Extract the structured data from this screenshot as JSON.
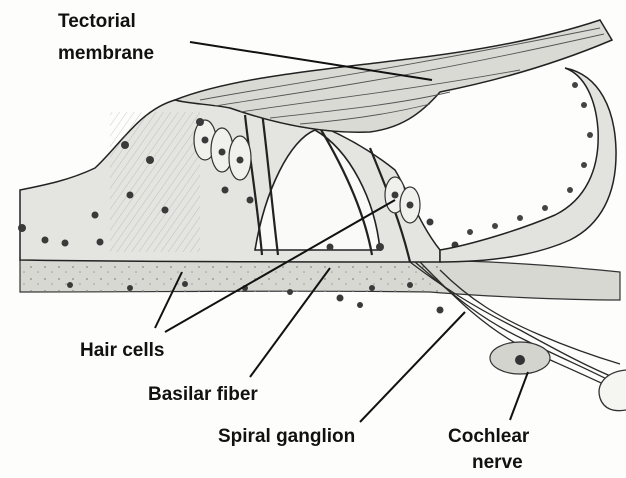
{
  "labels": {
    "tectorial_line1": "Tectorial",
    "tectorial_line2": "membrane",
    "hair_cells": "Hair cells",
    "basilar_fiber": "Basilar fiber",
    "spiral_ganglion": "Spiral ganglion",
    "cochlear_line1": "Cochlear",
    "cochlear_line2": "nerve"
  },
  "colors": {
    "ink": "#1a1a1a",
    "tissue": "#e6e6e3",
    "tissue_dark": "#c9c9c4",
    "background": "#fdfdfc"
  }
}
